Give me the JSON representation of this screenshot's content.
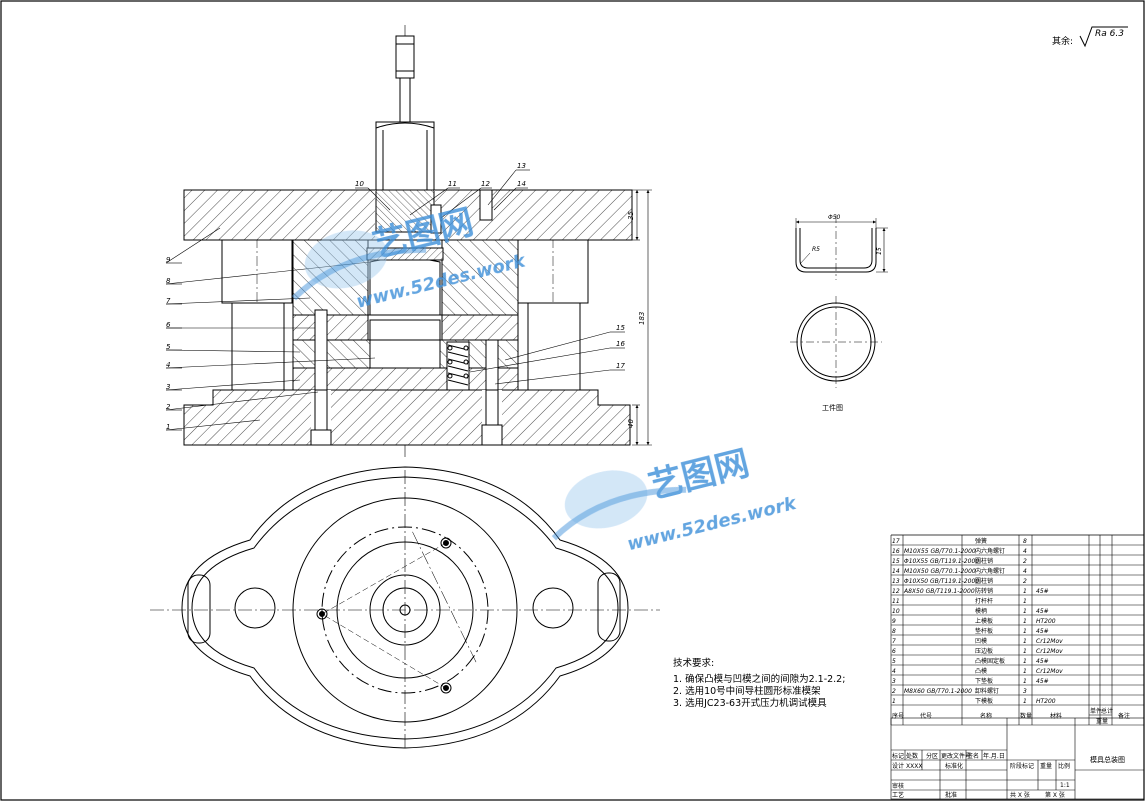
{
  "surface_roughness": {
    "prefix": "其余:",
    "value": "Ra 6.3"
  },
  "assembly_callouts": [
    "9",
    "8",
    "7",
    "6",
    "5",
    "4",
    "3",
    "2",
    "1"
  ],
  "top_callouts": [
    "10",
    "11",
    "12",
    "13",
    "14"
  ],
  "right_callouts": [
    "15",
    "16",
    "17"
  ],
  "dimensions": {
    "top_plate": "35",
    "overall": "183",
    "base": "40"
  },
  "workpiece": {
    "caption": "工件图",
    "width_dim": "Φ50",
    "height_dim": "15",
    "radius": "R5"
  },
  "tech_requirements": {
    "title": "技术要求:",
    "items": [
      "1.  确保凸模与凹模之间的间隙为2.1-2.2;",
      "2.  选用10号中间导柱圆形标准模架",
      "3.  选用JC23-63开式压力机调试模具"
    ]
  },
  "watermark": {
    "brand": "艺图网",
    "url": "www.52des.work"
  },
  "bom": {
    "rows": [
      {
        "no": "17",
        "code": "",
        "name": "弹簧",
        "qty": "8",
        "material": ""
      },
      {
        "no": "16",
        "code": "M10X55 GB/T70.1-2000",
        "name": "内六角螺钉",
        "qty": "4",
        "material": ""
      },
      {
        "no": "15",
        "code": "Φ10X55 GB/T119.1-2000",
        "name": "圆柱销",
        "qty": "2",
        "material": ""
      },
      {
        "no": "14",
        "code": "M10X50 GB/T70.1-2000",
        "name": "内六角螺钉",
        "qty": "4",
        "material": ""
      },
      {
        "no": "13",
        "code": "Φ10X50 GB/T119.1-2000",
        "name": "圆柱销",
        "qty": "2",
        "material": ""
      },
      {
        "no": "12",
        "code": "A8X50 GB/T119.1-2000",
        "name": "防转销",
        "qty": "1",
        "material": "45#"
      },
      {
        "no": "11",
        "code": "",
        "name": "打杆杆",
        "qty": "1",
        "material": ""
      },
      {
        "no": "10",
        "code": "",
        "name": "模柄",
        "qty": "1",
        "material": "45#"
      },
      {
        "no": "9",
        "code": "",
        "name": "上模板",
        "qty": "1",
        "material": "HT200"
      },
      {
        "no": "8",
        "code": "",
        "name": "垫杆板",
        "qty": "1",
        "material": "45#"
      },
      {
        "no": "7",
        "code": "",
        "name": "凹模",
        "qty": "1",
        "material": "Cr12Mov"
      },
      {
        "no": "6",
        "code": "",
        "name": "压边板",
        "qty": "1",
        "material": "Cr12Mov"
      },
      {
        "no": "5",
        "code": "",
        "name": "凸模固定板",
        "qty": "1",
        "material": "45#"
      },
      {
        "no": "4",
        "code": "",
        "name": "凸模",
        "qty": "1",
        "material": "Cr12Mov"
      },
      {
        "no": "3",
        "code": "",
        "name": "下垫板",
        "qty": "1",
        "material": "45#"
      },
      {
        "no": "2",
        "code": "M8X60 GB/T70.1-2000",
        "name": "卸料螺钉",
        "qty": "3",
        "material": ""
      },
      {
        "no": "1",
        "code": "",
        "name": "下模板",
        "qty": "1",
        "material": "HT200"
      }
    ],
    "header": {
      "no": "序号",
      "code": "代号",
      "name": "名称",
      "qty": "数量",
      "material": "材料",
      "unit_weight": "单件",
      "total_weight": "总计",
      "weight": "重量",
      "remark": "备注"
    }
  },
  "title_block": {
    "drawing_name": "模具总装图",
    "scale_value": "1:1",
    "labels": {
      "mark": "标记",
      "count": "处数",
      "zone": "分区",
      "doc_no": "更改文件号",
      "sign": "签名",
      "date": "年.月.日",
      "design": "设计",
      "designer": "XXXX",
      "standardize": "标准化",
      "stage_mark": "阶段标记",
      "weight": "重量",
      "scale": "比例",
      "review": "审核",
      "process": "工艺",
      "approve": "批准",
      "sheets_total": "共 X 张",
      "sheet_no": "第 X 张"
    }
  },
  "colors": {
    "line": "#000000",
    "hatch": "#000000",
    "watermark_blue": "#3d8fd9",
    "watermark_light": "#9cc8ee"
  }
}
